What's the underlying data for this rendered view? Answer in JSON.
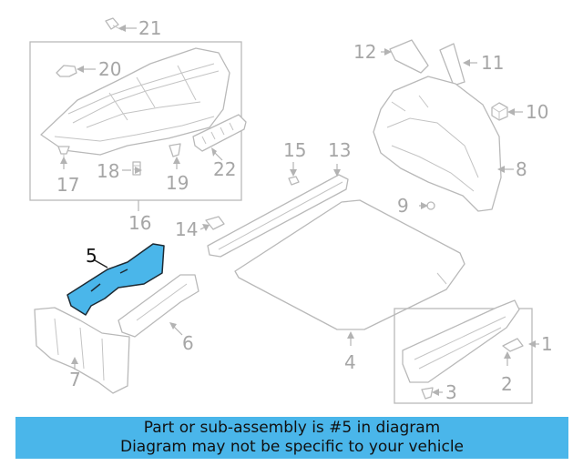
{
  "callouts": {
    "c1": "1",
    "c2": "2",
    "c3": "3",
    "c4": "4",
    "c5": "5",
    "c6": "6",
    "c7": "7",
    "c8": "8",
    "c9": "9",
    "c10": "10",
    "c11": "11",
    "c12": "12",
    "c13": "13",
    "c14": "14",
    "c15": "15",
    "c16": "16",
    "c17": "17",
    "c18": "18",
    "c19": "19",
    "c20": "20",
    "c21": "21",
    "c22": "22"
  },
  "highlight": {
    "part": "5",
    "color": "#4ab6ea"
  },
  "banner": {
    "line1": "Part or sub-assembly is #5 in diagram",
    "line2": "Diagram may not be specific to your vehicle",
    "background": "#4ab6ea"
  }
}
